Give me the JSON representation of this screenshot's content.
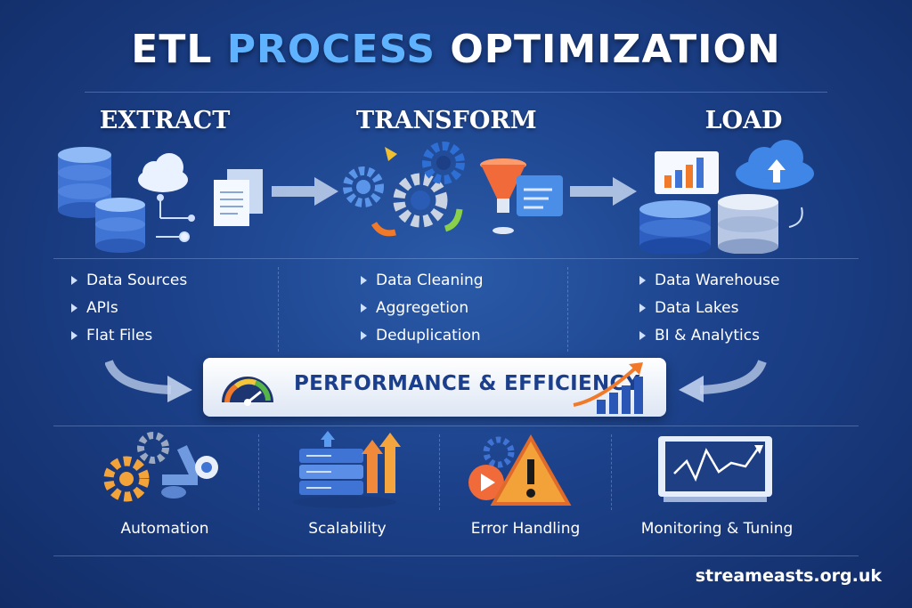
{
  "title": {
    "part1": "ETL",
    "part2": "PROCESS",
    "part3": "OPTIMIZATION"
  },
  "stages": [
    {
      "label": "EXTRACT",
      "items": [
        "Data Sources",
        "APIs",
        "Flat Files"
      ]
    },
    {
      "label": "TRANSFORM",
      "items": [
        "Data Cleaning",
        "Aggregetion",
        "Deduplication"
      ]
    },
    {
      "label": "LOAD",
      "items": [
        "Data Warehouse",
        "Data Lakes",
        "BI & Analytics"
      ]
    }
  ],
  "banner": {
    "label": "PERFORMANCE & EFFICIENCY"
  },
  "features": [
    {
      "label": "Automation",
      "icon": "gear-robot-arm-icon"
    },
    {
      "label": "Scalability",
      "icon": "server-stack-growth-icon"
    },
    {
      "label": "Error Handling",
      "icon": "warning-triangle-icon"
    },
    {
      "label": "Monitoring & Tuning",
      "icon": "monitor-chart-icon"
    }
  ],
  "footer": {
    "site": "streameasts.org.uk"
  },
  "colors": {
    "accent_blue": "#5fb2ff",
    "orange": "#f07a2a",
    "navy_text": "#1b3f8c"
  }
}
